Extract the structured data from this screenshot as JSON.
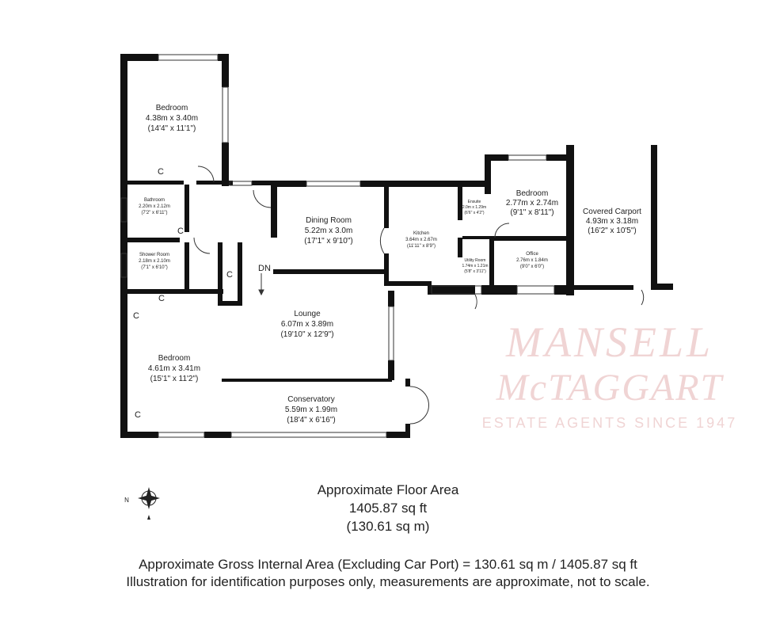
{
  "rooms": [
    {
      "name": "Bedroom",
      "metric": "4.38m x 3.40m",
      "imperial": "(14'4\" x 11'1\")"
    },
    {
      "name": "Bathroom",
      "metric": "2.20m x 2.12m",
      "imperial": "(7'2\" x 6'11\")"
    },
    {
      "name": "Shower Room",
      "metric": "2.18m x 2.10m",
      "imperial": "(7'1\" x 6'10\")"
    },
    {
      "name": "Bedroom",
      "metric": "4.61m x 3.41m",
      "imperial": "(15'1\" x 11'2\")"
    },
    {
      "name": "Dining Room",
      "metric": "5.22m x 3.0m",
      "imperial": "(17'1\" x 9'10\")"
    },
    {
      "name": "Lounge",
      "metric": "6.07m x 3.89m",
      "imperial": "(19'10\" x 12'9\")"
    },
    {
      "name": "Conservatory",
      "metric": "5.59m x 1.99m",
      "imperial": "(18'4\" x 6'16\")"
    },
    {
      "name": "Kitchen",
      "metric": "3.64m x 2.67m",
      "imperial": "(11'11\" x 8'9\")"
    },
    {
      "name": "Ensuite",
      "metric": "2.0m x 1.29m",
      "imperial": "(6'6\" x 4'2\")"
    },
    {
      "name": "Bedroom",
      "metric": "2.77m x 2.74m",
      "imperial": "(9'1\" x 8'11\")"
    },
    {
      "name": "Utility Room",
      "metric": "1.74m x 1.21m",
      "imperial": "(5'8\" x 3'11\")"
    },
    {
      "name": "Office",
      "metric": "2.76m x 1.84m",
      "imperial": "(9'0\" x 6'0\")"
    },
    {
      "name": "Covered Carport",
      "metric": "4.93m x 3.18m",
      "imperial": "(16'2\" x 10'5\")"
    }
  ],
  "cupboard_label": "C",
  "stairs_label": "DN",
  "compass_label": "N",
  "watermark": {
    "line1": "MANSELL",
    "line2": "McTAGGART",
    "line3": "ESTATE AGENTS SINCE 1947",
    "color": "#e8c4c4"
  },
  "area": {
    "title": "Approximate Floor Area",
    "sqft": "1405.87 sq ft",
    "sqm": "(130.61 sq m)"
  },
  "footer": {
    "line1": "Approximate Gross Internal Area (Excluding Car Port) = 130.61 sq m / 1405.87 sq ft",
    "line2": "Illustration for identification purposes only, measurements are approximate, not to scale."
  },
  "colors": {
    "wall": "#111111",
    "line": "#333333"
  }
}
